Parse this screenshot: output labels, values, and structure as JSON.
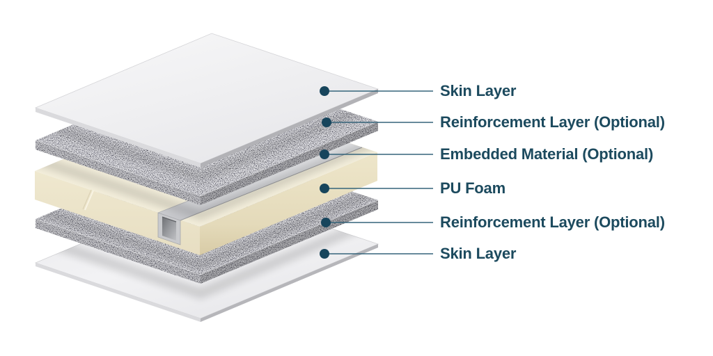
{
  "diagram": {
    "labels": [
      {
        "id": "skin-layer-top",
        "text": "Skin Layer"
      },
      {
        "id": "reinforcement-layer-top",
        "text": "Reinforcement Layer (Optional)"
      },
      {
        "id": "embedded-material",
        "text": "Embedded Material (Optional)"
      },
      {
        "id": "pu-foam",
        "text": "PU Foam"
      },
      {
        "id": "reinforcement-layer-bottom",
        "text": "Reinforcement Layer (Optional)"
      },
      {
        "id": "skin-layer-bottom",
        "text": "Skin Layer"
      }
    ],
    "colors": {
      "background": "#ffffff",
      "label_text": "#1c4a5e",
      "leader_line": "#35647a",
      "leader_dot": "#17455c",
      "skin_sheet": "#f0f0f2",
      "reinforcement_layer": "#a9aaae",
      "pu_foam": "#efe8d2",
      "embedded_material": "#d4d5d8"
    }
  }
}
